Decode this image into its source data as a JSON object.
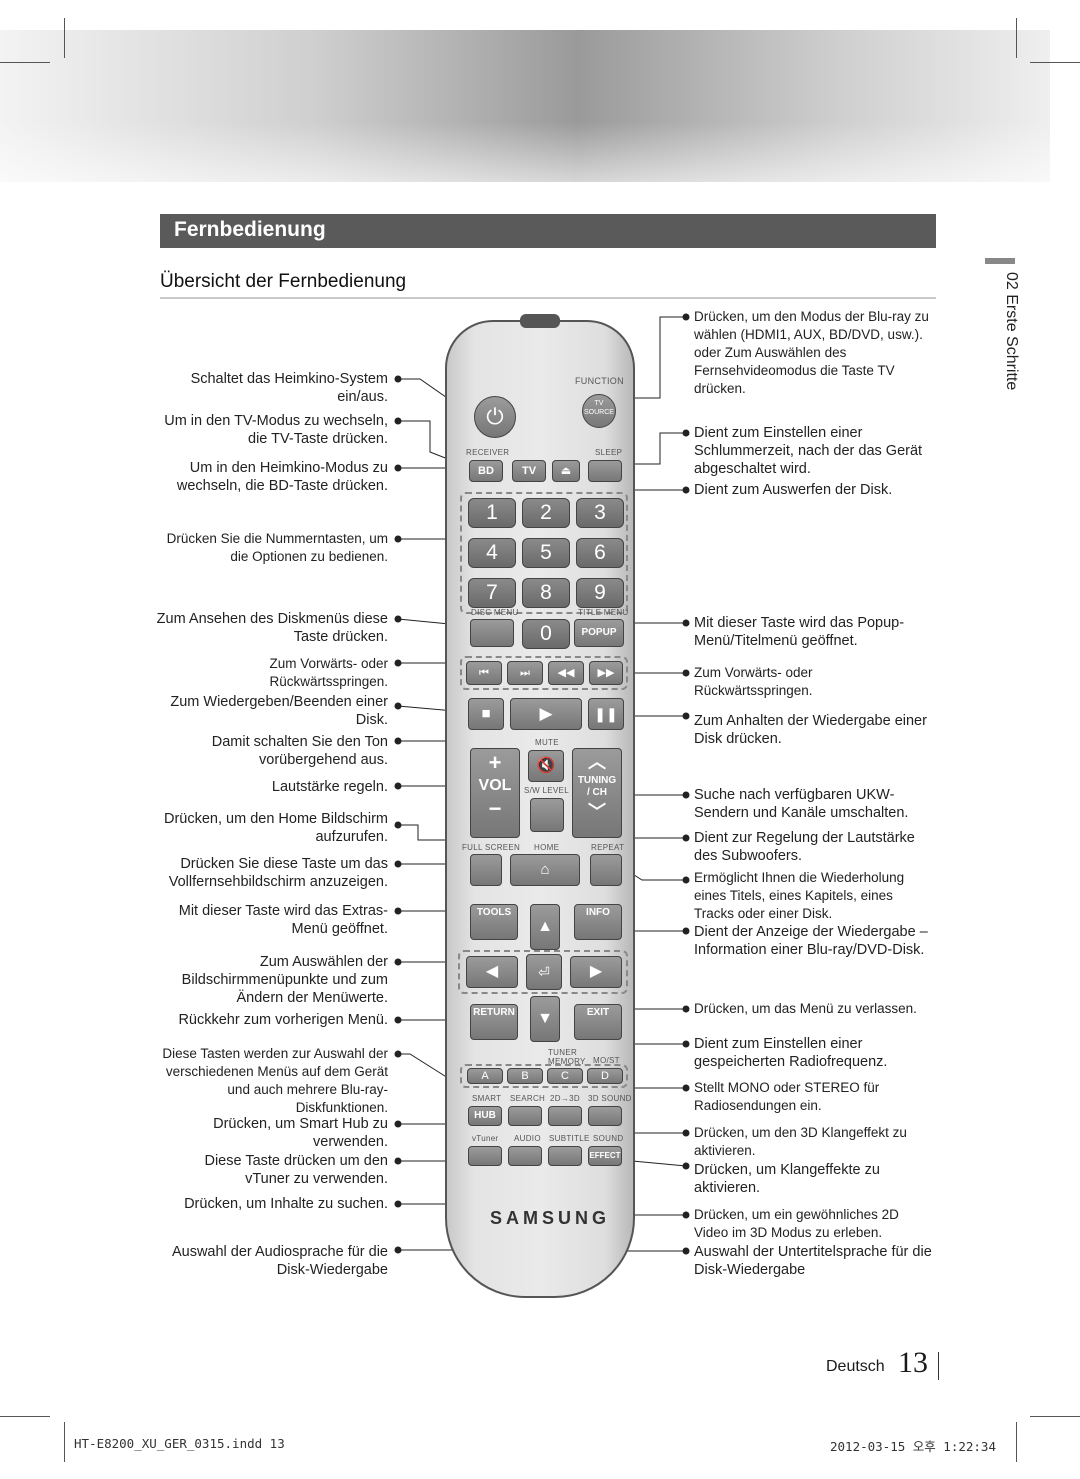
{
  "header": {
    "section_title": "Fernbedienung",
    "subtitle": "Übersicht der Fernbedienung",
    "side_label": "02   Erste Schritte"
  },
  "left_labels": [
    "Schaltet das Heimkino-System ein/aus.",
    "Um in den TV-Modus zu wechseln, die TV-Taste drücken.",
    "Um in den Heimkino-Modus zu wechseln, die BD-Taste drücken.",
    "Drücken Sie die Nummerntasten, um die Optionen zu bedienen.",
    "Zum Ansehen des Diskmenüs diese Taste drücken.",
    "Zum Vorwärts- oder Rückwärtsspringen.",
    "Zum Wiedergeben/Beenden einer Disk.",
    "Damit schalten Sie den Ton vorübergehend aus.",
    "Lautstärke regeln.",
    "Drücken, um den Home Bildschirm aufzurufen.",
    "Drücken Sie diese Taste um das Vollfernsehbildschirm anzuzeigen.",
    "Mit dieser Taste wird das Extras-Menü geöffnet.",
    "Zum Auswählen der Bildschirmmenüpunkte und zum Ändern der Menüwerte.",
    "Rückkehr zum vorherigen Menü.",
    "Diese Tasten werden zur Auswahl der verschiedenen Menüs auf dem Gerät und auch mehrere Blu-ray-Diskfunktionen.",
    "Drücken, um Smart Hub zu verwenden.",
    "Diese Taste drücken um den vTuner zu verwenden.",
    "Drücken, um Inhalte zu suchen.",
    "Auswahl der Audiosprache für die Disk-Wiedergabe"
  ],
  "right_labels": [
    "Drücken, um den Modus der Blu-ray zu wählen (HDMI1, AUX, BD/DVD, usw.). oder Zum Auswählen des Fernsehvideomodus die Taste TV drücken.",
    "Dient zum Einstellen einer Schlummerzeit, nach der das Gerät abgeschaltet wird.",
    "Dient zum Auswerfen der Disk.",
    "Mit dieser Taste wird das Popup-Menü/Titelmenü geöffnet.",
    "Zum Vorwärts- oder Rückwärtsspringen.",
    "Zum Anhalten der Wiedergabe einer Disk drücken.",
    "Suche nach verfügbaren UKW-Sendern und Kanäle umschalten.",
    "Dient zur Regelung der Lautstärke des Subwoofers.",
    "Ermöglicht Ihnen die Wiederholung eines Titels, eines Kapitels, eines Tracks oder einer Disk.",
    "Dient der Anzeige der Wiedergabe –Information einer Blu-ray/DVD-Disk.",
    "Drücken, um das Menü zu verlassen.",
    "Dient zum Einstellen einer gespeicherten Radiofrequenz.",
    "Stellt MONO oder STEREO für Radiosendungen ein.",
    "Drücken, um den 3D Klangeffekt zu aktivieren.",
    "Drücken, um Klangeffekte zu aktivieren.",
    "Drücken, um ein gewöhnliches 2D Video im 3D Modus zu erleben.",
    "Auswahl der Untertitelsprache für die Disk-Wiedergabe"
  ],
  "remote": {
    "function": "FUNCTION",
    "tv_source": "TV SOURCE",
    "receiver": "RECEIVER",
    "sleep": "SLEEP",
    "bd": "BD",
    "tv": "TV",
    "numbers": [
      "1",
      "2",
      "3",
      "4",
      "5",
      "6",
      "7",
      "8",
      "9",
      "0"
    ],
    "disc_menu": "DISC MENU",
    "title_menu": "TITLE MENU",
    "popup": "POPUP",
    "mute": "MUTE",
    "vol": "VOL",
    "sw_level": "S/W LEVEL",
    "tuning": "TUNING",
    "ch": "/ CH",
    "full_screen": "FULL SCREEN",
    "home": "HOME",
    "repeat": "REPEAT",
    "tools": "TOOLS",
    "info": "INFO",
    "return": "RETURN",
    "exit": "EXIT",
    "tuner_memory": "TUNER MEMORY",
    "mo_st": "MO/ST",
    "abcd": [
      "A",
      "B",
      "C",
      "D"
    ],
    "smart": "SMART",
    "search": "SEARCH",
    "2d3d": "2D→3D",
    "3dsound": "3D SOUND",
    "hub": "HUB",
    "vtuner": "vTuner",
    "audio": "AUDIO",
    "subtitle": "SUBTITLE",
    "sound": "SOUND",
    "effect": "EFFECT",
    "brand": "SAMSUNG"
  },
  "footer": {
    "language": "Deutsch",
    "page_number": "13",
    "file": "HT-E8200_XU_GER_0315.indd   13",
    "timestamp": "2012-03-15   오후 1:22:34"
  }
}
